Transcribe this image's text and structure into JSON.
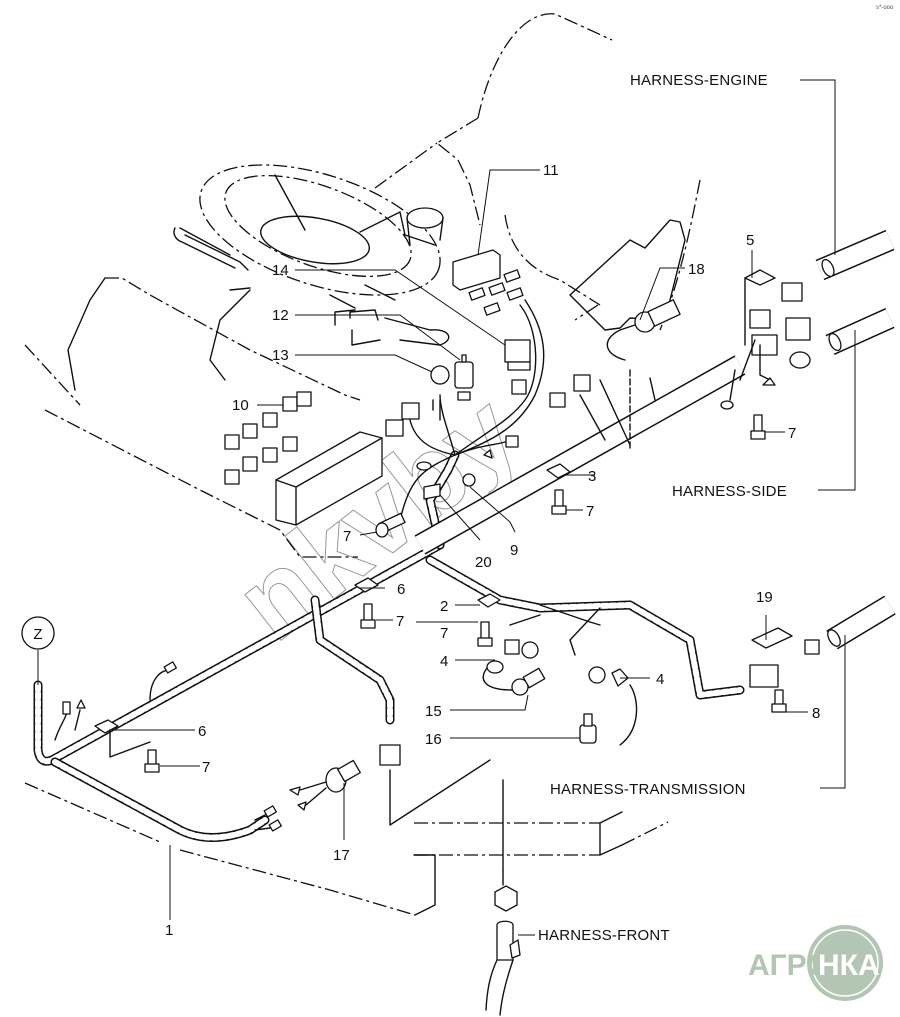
{
  "diagram": {
    "type": "exploded-parts-diagram",
    "subject": "tractor electrical wiring harness",
    "corner_mark": "s*-ooo",
    "watermark_text": "nkvby",
    "logo": {
      "left_text": "АГРО",
      "right_text": "НКА",
      "color": "#b3c5b3"
    },
    "view_marker": "Z",
    "harness_labels": {
      "engine": "HARNESS-ENGINE",
      "side": "HARNESS-SIDE",
      "transmission": "HARNESS-TRANSMISSION",
      "front": "HARNESS-FRONT"
    },
    "callouts": [
      {
        "id": "c1",
        "label": "1"
      },
      {
        "id": "c2",
        "label": "2"
      },
      {
        "id": "c3",
        "label": "3"
      },
      {
        "id": "c4a",
        "label": "4"
      },
      {
        "id": "c4b",
        "label": "4"
      },
      {
        "id": "c5",
        "label": "5"
      },
      {
        "id": "c6a",
        "label": "6"
      },
      {
        "id": "c6b",
        "label": "6"
      },
      {
        "id": "c7a",
        "label": "7"
      },
      {
        "id": "c7b",
        "label": "7"
      },
      {
        "id": "c7c",
        "label": "7"
      },
      {
        "id": "c7d",
        "label": "7"
      },
      {
        "id": "c7e",
        "label": "7"
      },
      {
        "id": "c7f",
        "label": "7"
      },
      {
        "id": "c8",
        "label": "8"
      },
      {
        "id": "c9",
        "label": "9"
      },
      {
        "id": "c10",
        "label": "10"
      },
      {
        "id": "c11",
        "label": "11"
      },
      {
        "id": "c12",
        "label": "12"
      },
      {
        "id": "c13",
        "label": "13"
      },
      {
        "id": "c14",
        "label": "14"
      },
      {
        "id": "c15",
        "label": "15"
      },
      {
        "id": "c16",
        "label": "16"
      },
      {
        "id": "c17",
        "label": "17"
      },
      {
        "id": "c18",
        "label": "18"
      },
      {
        "id": "c19",
        "label": "19"
      },
      {
        "id": "c20",
        "label": "20"
      }
    ]
  }
}
